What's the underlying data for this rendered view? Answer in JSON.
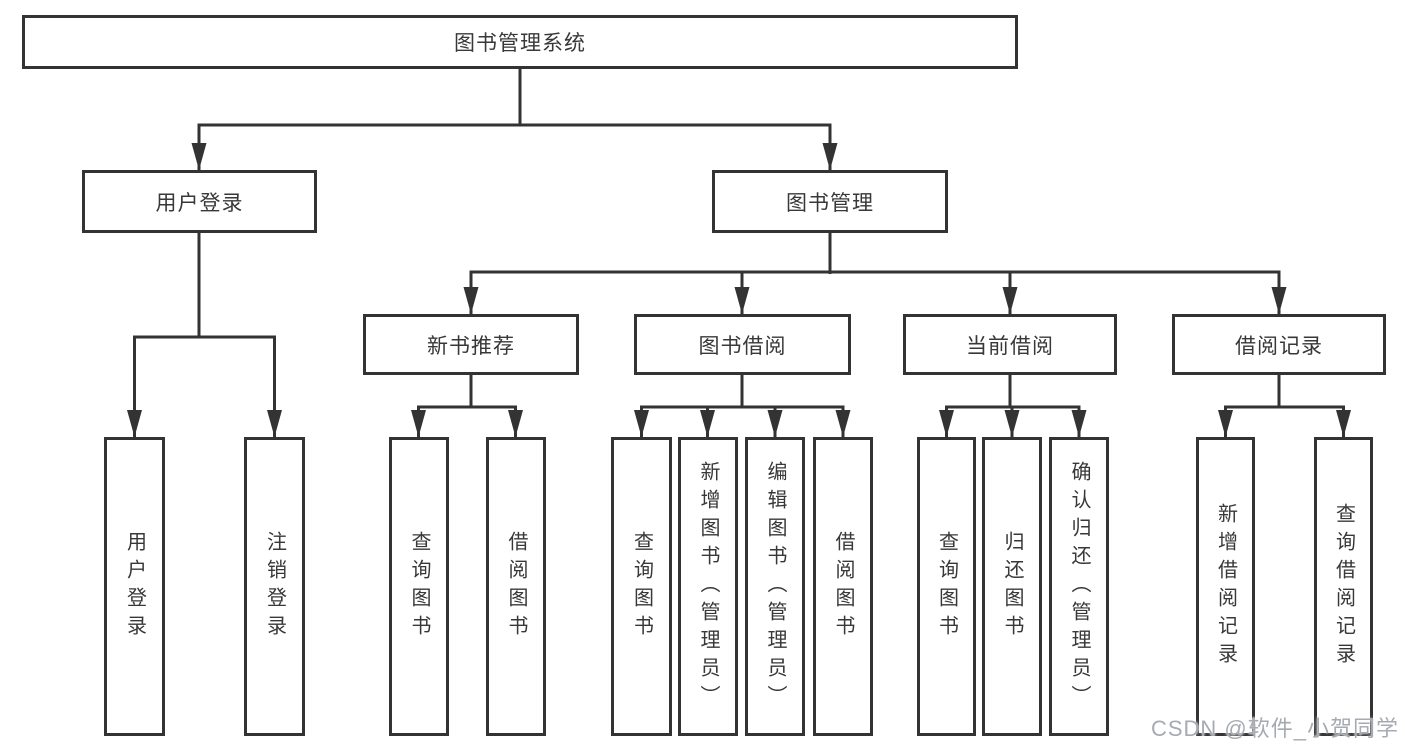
{
  "tree": {
    "root": "图书管理系统",
    "branches": [
      {
        "label": "用户登录",
        "children": [
          "用户登录",
          "注销登录"
        ]
      },
      {
        "label": "图书管理",
        "groups": [
          {
            "label": "新书推荐",
            "children": [
              "查询图书",
              "借阅图书"
            ]
          },
          {
            "label": "图书借阅",
            "children": [
              "查询图书",
              "新增图书（管理员）",
              "编辑图书（管理员）",
              "借阅图书"
            ]
          },
          {
            "label": "当前借阅",
            "children": [
              "查询图书",
              "归还图书",
              "确认归还（管理员）"
            ]
          },
          {
            "label": "借阅记录",
            "children": [
              "新增借阅记录",
              "查询借阅记录"
            ]
          }
        ]
      }
    ]
  },
  "colors": {
    "line": "#333333",
    "text": "#383838",
    "watermark": "#a6aab1"
  },
  "watermark": "CSDN @软件_小贺同学"
}
